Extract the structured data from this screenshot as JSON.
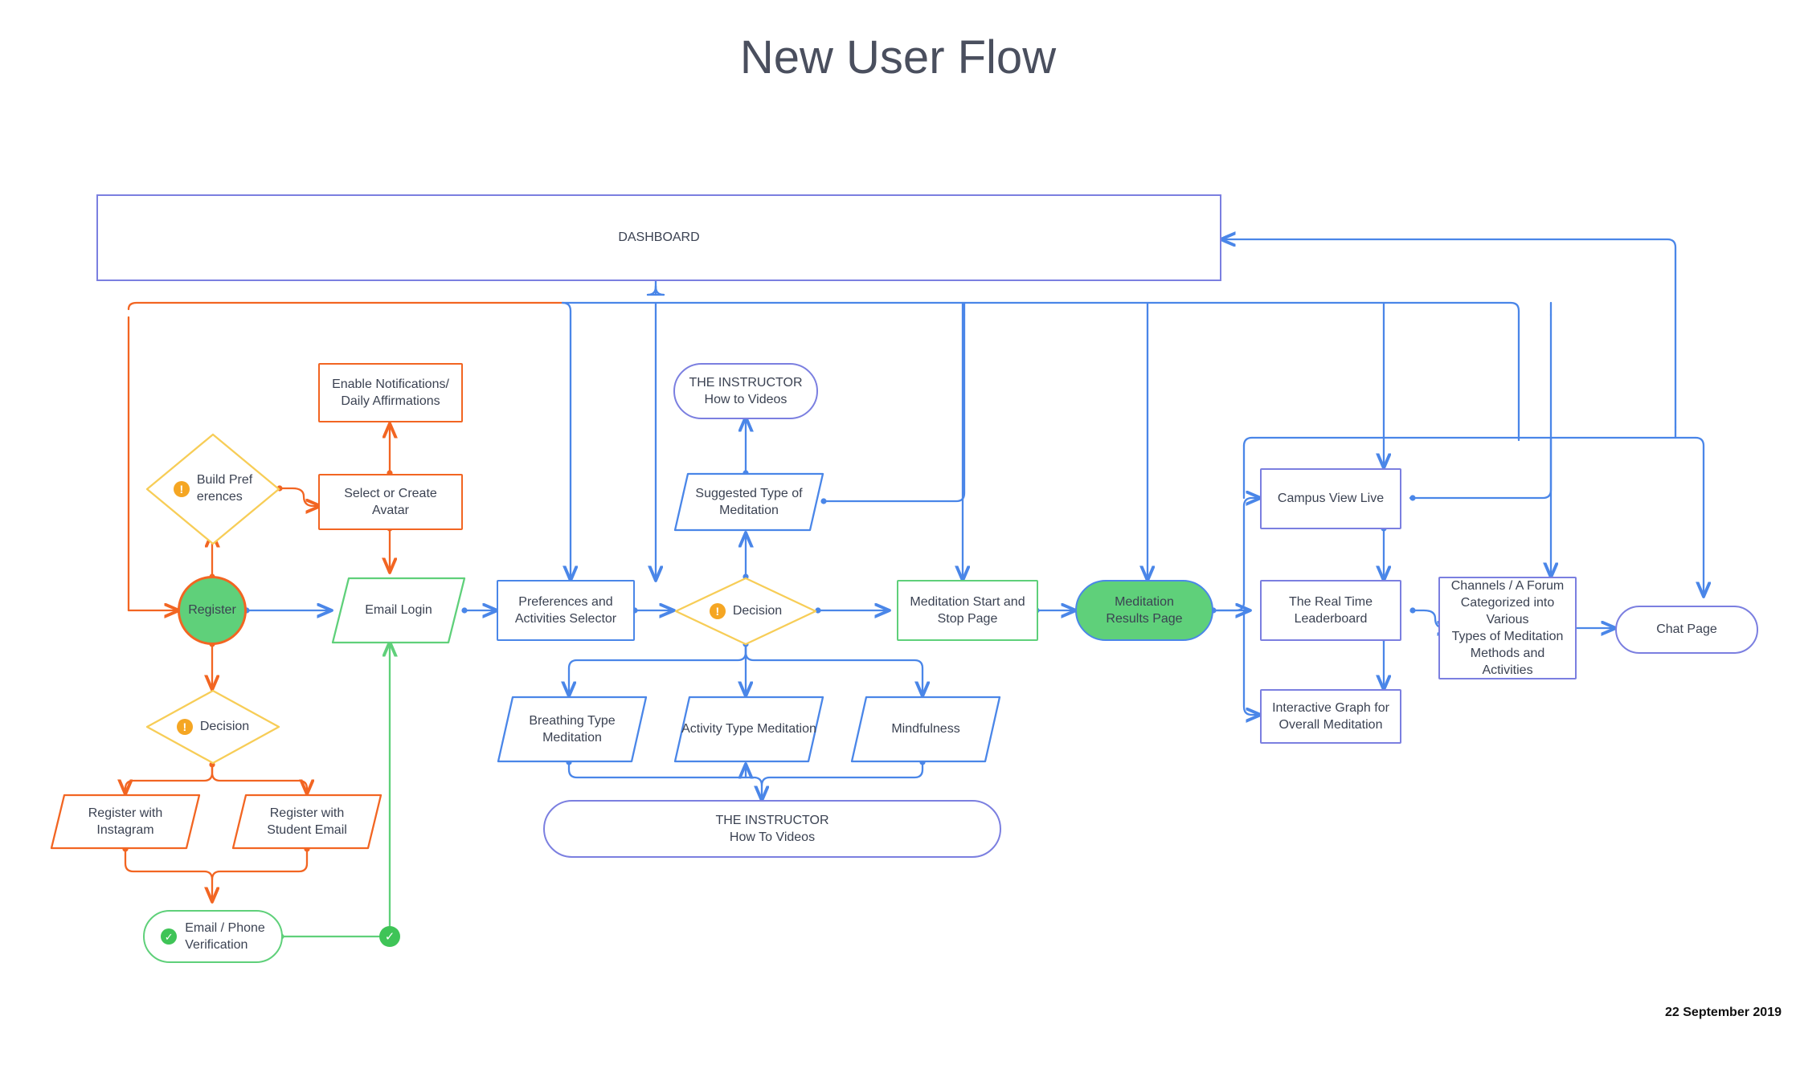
{
  "page": {
    "title": "New User Flow",
    "date": "22 September 2019"
  },
  "icons": {
    "warning": "!",
    "check": "✓"
  },
  "nodes": {
    "dashboard": {
      "label": "DASHBOARD"
    },
    "enable_notifications": {
      "label": "Enable Notifications/\nDaily Affirmations"
    },
    "build_preferences": {
      "label": "Build Pref\nerences"
    },
    "select_avatar": {
      "label": "Select or Create Avatar"
    },
    "register": {
      "label": "Register"
    },
    "email_login": {
      "label": "Email Login"
    },
    "decision_register": {
      "label": "Decision"
    },
    "register_instagram": {
      "label": "Register with Instagram"
    },
    "register_student_email": {
      "label": "Register with\nStudent Email"
    },
    "email_phone_verification": {
      "label": "Email / Phone\nVerification"
    },
    "preferences_activities": {
      "label": "Preferences and\nActivities Selector"
    },
    "instructor_top": {
      "label": "THE INSTRUCTOR\nHow to Videos"
    },
    "suggested_type": {
      "label": "Suggested Type of\nMeditation"
    },
    "decision_meditation": {
      "label": "Decision"
    },
    "breathing_type": {
      "label": "Breathing Type\nMeditation"
    },
    "activity_type": {
      "label": "Activity Type Meditation"
    },
    "mindfulness": {
      "label": "Mindfulness"
    },
    "instructor_bottom": {
      "label": "THE INSTRUCTOR\nHow To Videos"
    },
    "meditation_start_stop": {
      "label": "Meditation Start and\nStop Page"
    },
    "meditation_results": {
      "label": "Meditation\nResults Page"
    },
    "campus_view_live": {
      "label": "Campus View Live"
    },
    "realtime_leaderboard": {
      "label": "The Real Time\nLeaderboard"
    },
    "interactive_graph": {
      "label": "Interactive Graph for\nOverall Meditation"
    },
    "channels_forum": {
      "label": "Channels / A Forum\nCategorized into Various\nTypes of Meditation\nMethods and Activities"
    },
    "chat_page": {
      "label": "Chat Page"
    }
  },
  "colors": {
    "blue": "#4a86e8",
    "orange": "#f26522",
    "green": "#5fd07a",
    "purple": "#7b7fe0",
    "yellow": "#f7cd57",
    "green_fill": "#5fd07a",
    "warn": "#f5a623",
    "text": "#3b4252",
    "title": "#4a4f5e"
  }
}
